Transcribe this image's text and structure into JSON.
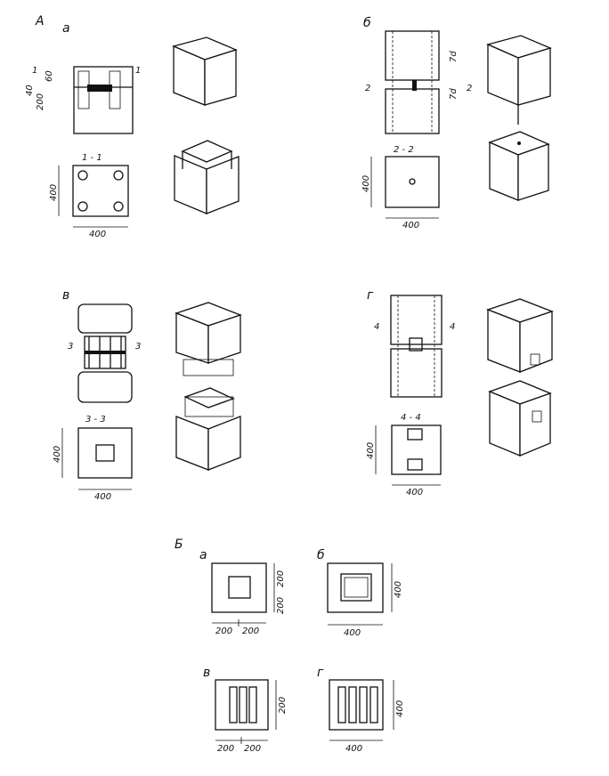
{
  "panels": {
    "A": {
      "letter": "А",
      "a": {
        "letter": "а",
        "section_marks": [
          "1",
          "1"
        ],
        "side_dims": [
          "60",
          "40",
          "200"
        ],
        "section_title": "1 - 1",
        "dim_h": "400",
        "dim_v": "400"
      },
      "b": {
        "letter": "б",
        "section_marks": [
          "2",
          "2"
        ],
        "side_dims": [
          "7d",
          "7d"
        ],
        "section_title": "2 - 2",
        "dim_h": "400",
        "dim_v": "400"
      },
      "v": {
        "letter": "в",
        "section_marks": [
          "3",
          "3"
        ],
        "section_title": "3 - 3",
        "dim_h": "400",
        "dim_v": "400"
      },
      "g": {
        "letter": "г",
        "section_marks": [
          "4",
          "4"
        ],
        "section_title": "4 - 4",
        "dim_h": "400",
        "dim_v": "400"
      }
    },
    "B": {
      "letter": "Б",
      "a": {
        "letter": "а",
        "dims_h": [
          "200",
          "200"
        ],
        "dims_v": [
          "200",
          "200"
        ]
      },
      "b": {
        "letter": "б",
        "dim_h": "400",
        "dim_v": "400"
      },
      "v": {
        "letter": "в",
        "dims_h": [
          "200",
          "200"
        ],
        "dim_v": "200"
      },
      "g": {
        "letter": "г",
        "dim_h": "400",
        "dim_v": "400"
      }
    }
  },
  "colors": {
    "ink": "#111111",
    "paper": "#ffffff"
  }
}
